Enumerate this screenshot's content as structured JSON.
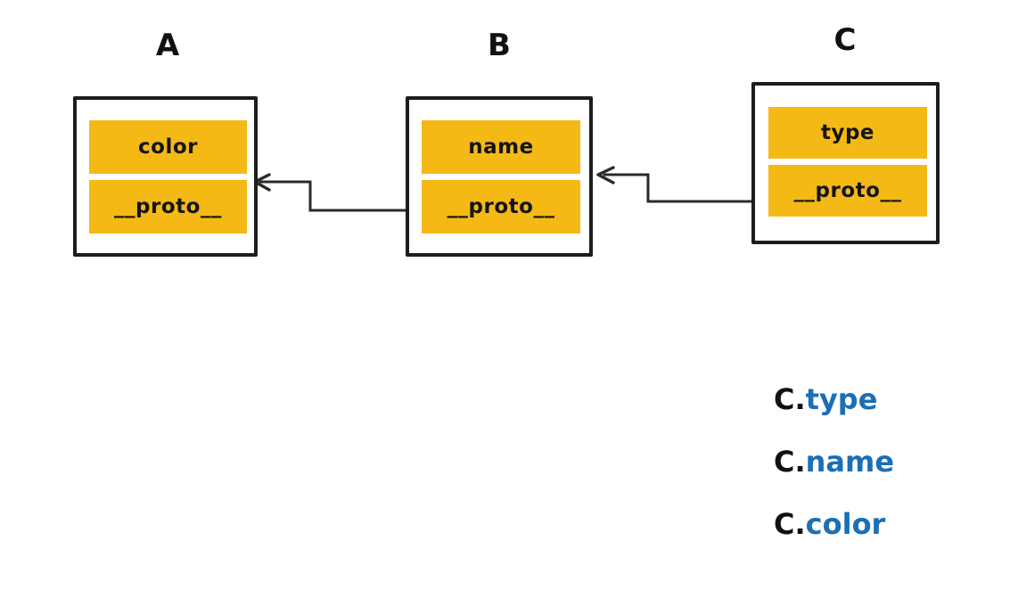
{
  "diagram": {
    "title_color": "#111111",
    "slot_color": "#f5b916",
    "box_border_color": "#1d1d1b",
    "accent_blue": "#1b6fb5",
    "background": "#ffffff",
    "objects": [
      {
        "name": "A",
        "slots": [
          {
            "label": "color"
          },
          {
            "label": "__proto__"
          }
        ]
      },
      {
        "name": "B",
        "slots": [
          {
            "label": "name"
          },
          {
            "label": "__proto__"
          }
        ]
      },
      {
        "name": "C",
        "slots": [
          {
            "label": "type"
          },
          {
            "label": "__proto__"
          }
        ]
      }
    ],
    "links": [
      {
        "from": "B.__proto__",
        "to": "A"
      },
      {
        "from": "C.__proto__",
        "to": "B"
      }
    ]
  },
  "expressions": [
    {
      "object": "C.",
      "property": "type"
    },
    {
      "object": "C.",
      "property": "name"
    },
    {
      "object": "C.",
      "property": "color"
    }
  ]
}
